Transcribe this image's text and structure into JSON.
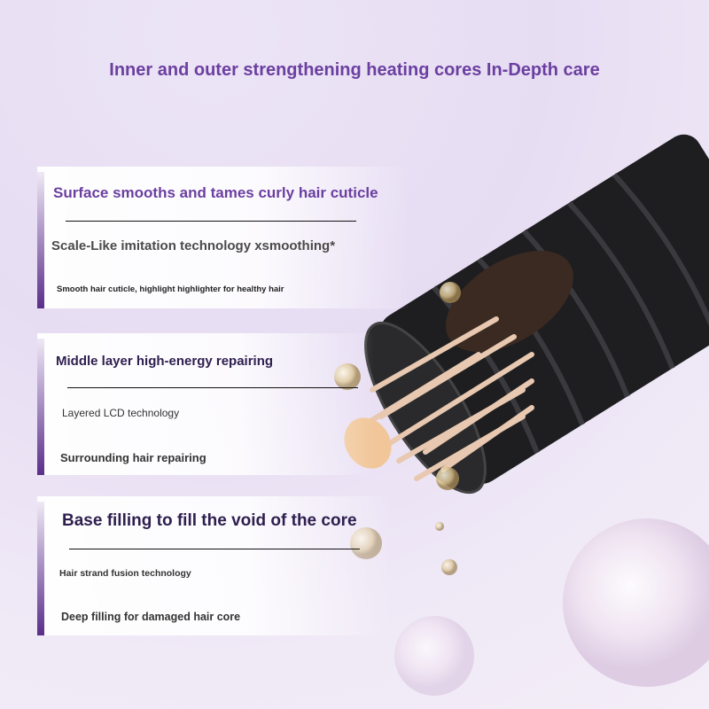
{
  "title": "Inner and outer strengthening heating cores In-Depth care",
  "sections": [
    {
      "heading": "Surface smooths and tames curly hair cuticle",
      "subheading": "Scale-Like imitation technology xsmoothing*",
      "caption": "Smooth hair cuticle, highlight highlighter for healthy hair"
    },
    {
      "heading": "Middle layer high-energy repairing",
      "subheading": "Layered LCD technology",
      "caption": "Surrounding hair repairing"
    },
    {
      "heading": "Base filling to fill the void of the core",
      "subheading": "Hair strand fusion technology",
      "caption": "Deep filling for damaged hair core"
    }
  ],
  "colors": {
    "accent": "#6b3fa0",
    "dark_heading": "#2e1f4f",
    "cable": "#1e1e20",
    "strand": "#e8c8b0"
  }
}
